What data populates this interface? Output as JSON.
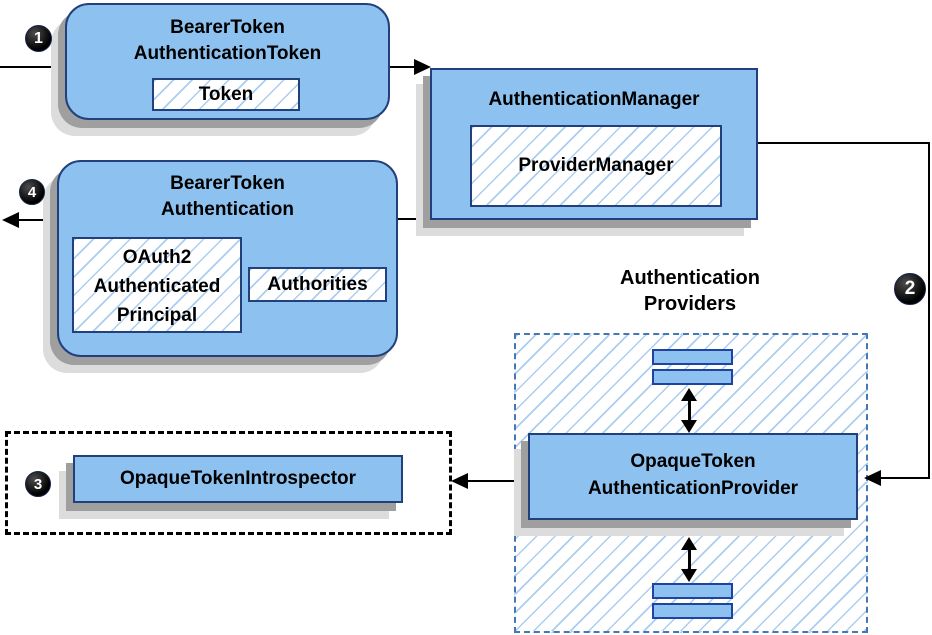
{
  "boxes": {
    "bearerTokenAuthenticationToken": {
      "line1": "BearerToken",
      "line2": "AuthenticationToken",
      "token": "Token"
    },
    "authenticationManager": {
      "title": "AuthenticationManager",
      "provider": "ProviderManager"
    },
    "bearerTokenAuthentication": {
      "line1": "BearerToken",
      "line2": "Authentication",
      "principal1": "OAuth2",
      "principal2": "Authenticated",
      "principal3": "Principal",
      "authorities": "Authorities"
    },
    "authenticationProviders": {
      "line1": "Authentication",
      "line2": "Providers"
    },
    "opaqueTokenAuthenticationProvider": {
      "line1": "OpaqueToken",
      "line2": "AuthenticationProvider"
    },
    "opaqueTokenIntrospector": {
      "title": "OpaqueTokenIntrospector"
    }
  },
  "steps": {
    "s1": "1",
    "s2": "2",
    "s3": "3",
    "s4": "4"
  },
  "colors": {
    "box_fill": "#8dc2f0",
    "box_border": "#22407c",
    "bar_border": "#1e43a0",
    "hatch_line": "#abcdf0",
    "providers_dash": "#4576b5",
    "introspector_dash": "#000000",
    "shadow_dark": "#9f9f9f",
    "shadow_light": "#dcdcdc",
    "arrow": "#000000",
    "step_badge_bg": "#000000",
    "step_badge_text": "#ffffff"
  }
}
